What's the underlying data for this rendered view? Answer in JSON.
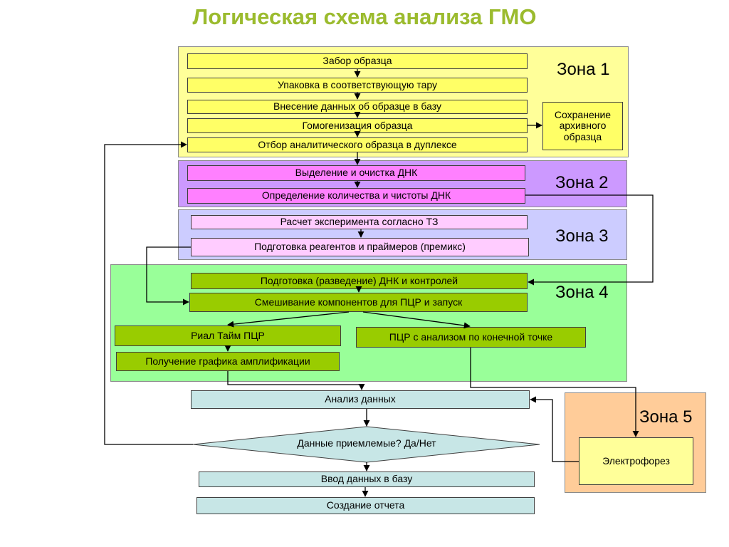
{
  "title": "Логическая схема анализа ГМО",
  "colors": {
    "title": "#9bbb2e",
    "zone1": "#ffff99",
    "zone2": "#cc99ff",
    "zone3": "#ccccff",
    "zone4": "#99ff99",
    "zone5": "#ffcc99",
    "zone1_boxes": "#ffff66",
    "zone2_boxes": "#ff80ff",
    "zone3_boxes": "#ffccff",
    "zone4_boxes": "#99cc00",
    "result_boxes": "#c7e6e6"
  },
  "zones": {
    "zone1": "Зона 1",
    "zone2": "Зона 2",
    "zone3": "Зона 3",
    "zone4": "Зона 4",
    "zone5": "Зона 5"
  },
  "steps": {
    "sample_collection": "Забор образца",
    "packaging": "Упаковка в соответствующую тару",
    "data_entry": "Внесение данных об образце в базу",
    "homogenization": "Гомогенизация образца",
    "duplex_sampling": "Отбор аналитического образца в дуплексе",
    "archive_sample": "Сохранение архивного образца",
    "dna_extraction": "Выделение и очистка ДНК",
    "dna_quantity": "Определение количества и чистоты ДНК",
    "experiment_calc": "Расчет эксперимента согласно ТЗ",
    "reagent_prep": "Подготовка реагентов и праймеров (премикс)",
    "dna_dilution": "Подготовка (разведение) ДНК и контролей",
    "pcr_mixing": "Смешивание компонентов для ПЦР и запуск",
    "realtime_pcr": "Риал Тайм ПЦР",
    "endpoint_pcr": "ПЦР с анализом по конечной точке",
    "amplification_graph": "Получение графика амплификации",
    "data_analysis": "Анализ данных",
    "data_acceptable": "Данные приемлемые? Да/Нет",
    "electrophoresis": "Электрофорез",
    "db_entry": "Ввод данных в базу",
    "report": "Создание отчета"
  }
}
